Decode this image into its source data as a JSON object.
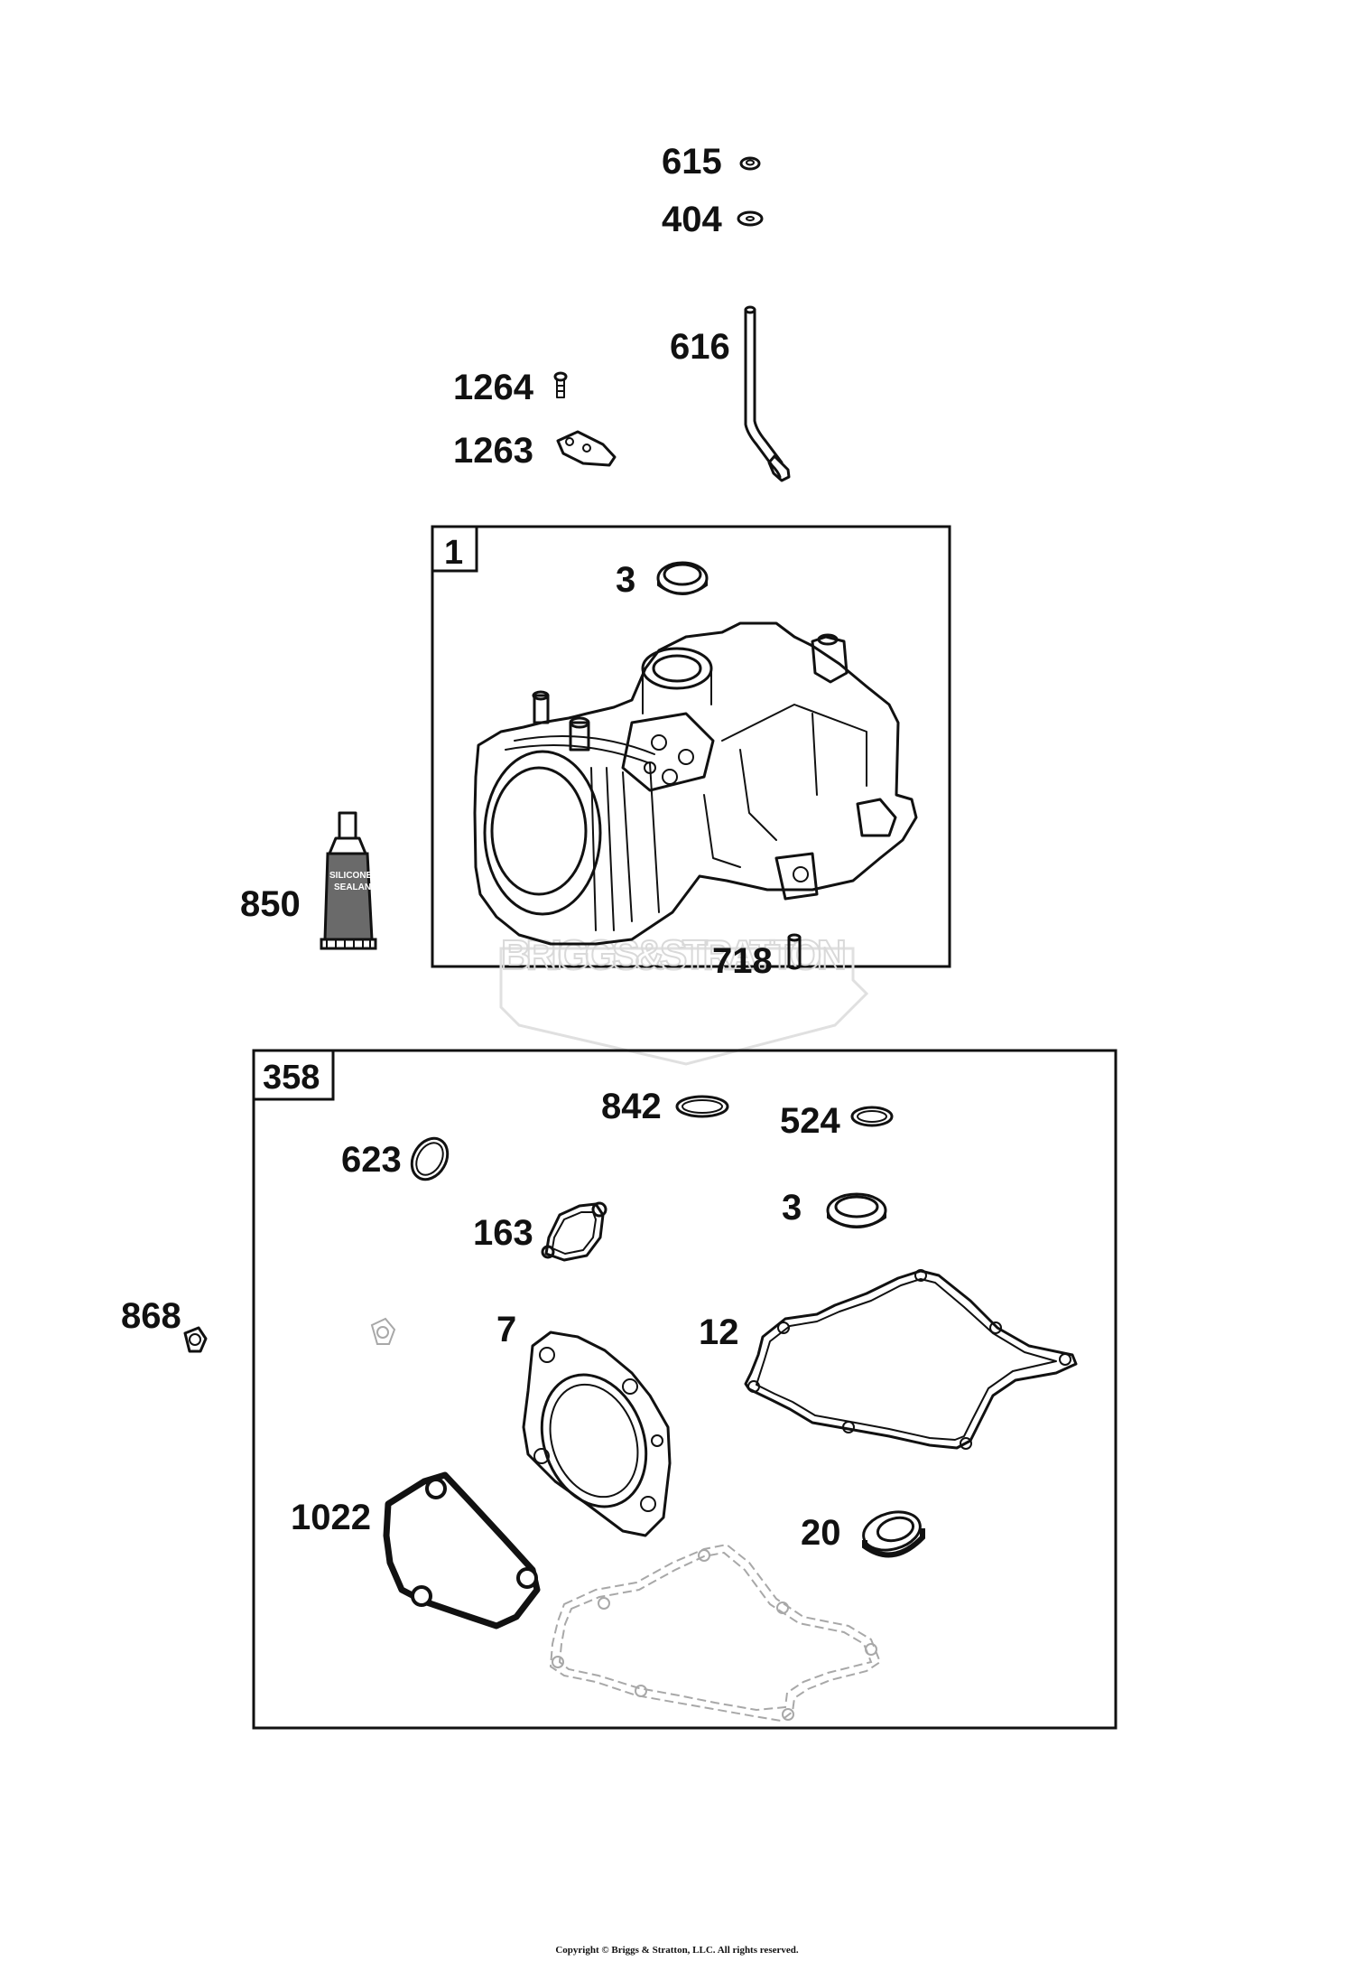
{
  "callouts": {
    "p615": "615",
    "p404": "404",
    "p616": "616",
    "p1264": "1264",
    "p1263": "1263",
    "p850": "850",
    "p718": "718",
    "p3_top": "3",
    "p842": "842",
    "p524": "524",
    "p623": "623",
    "p163": "163",
    "p3_kit": "3",
    "p868": "868",
    "p7": "7",
    "p12": "12",
    "p1022": "1022",
    "p20": "20"
  },
  "boxes": {
    "cylinder_box_label": "1",
    "gasket_kit_label": "358"
  },
  "sealant_tube_text": [
    "SILICONE",
    "SEALANT"
  ],
  "watermark": "BRIGGS&STRATTON",
  "footer": {
    "copyright": "Copyright © Briggs & Stratton, LLC. All rights reserved."
  }
}
